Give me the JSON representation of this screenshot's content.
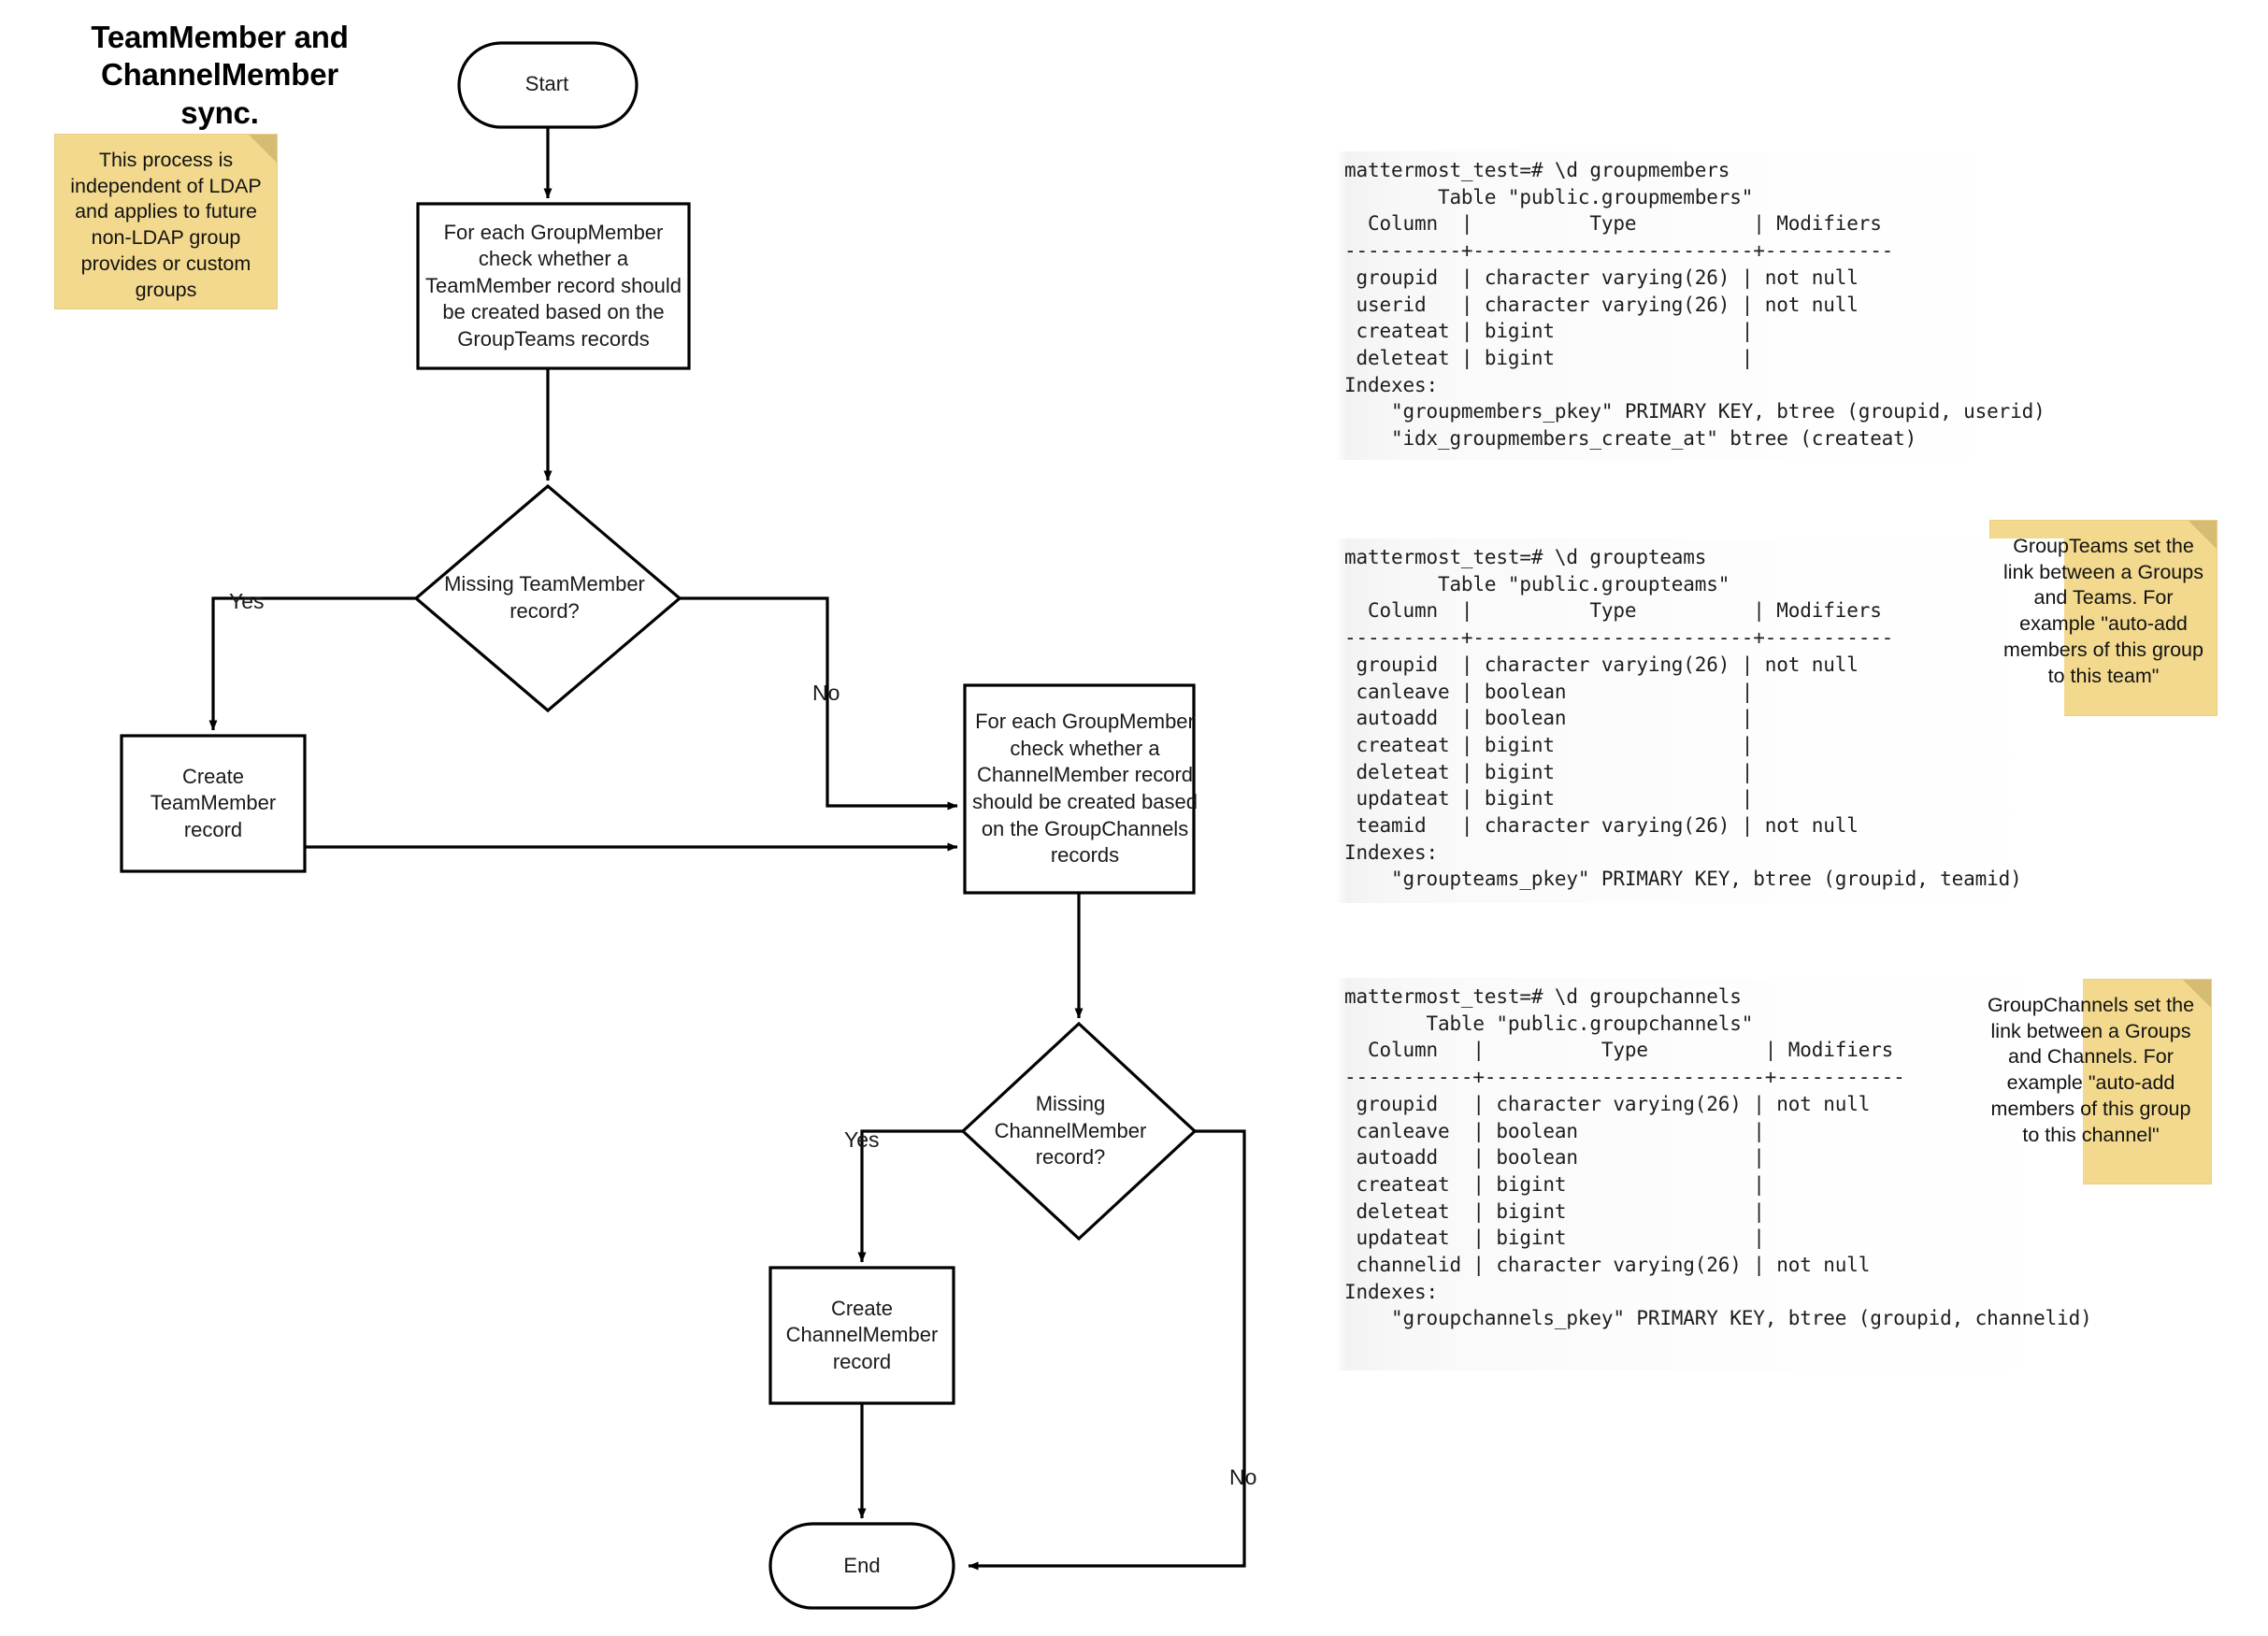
{
  "diagram": {
    "title": "TeamMember and ChannelMember sync.",
    "nodes": {
      "start": "Start",
      "process_teammember_check": "For each GroupMember check whether a TeamMember record should be created based on the GroupTeams records",
      "decision_missing_teammember": "Missing TeamMember record?",
      "create_teammember": "Create TeamMember record",
      "process_channelmember_check": "For each GroupMember check whether a ChannelMember record should be created based on the GroupChannels records",
      "decision_missing_channelmember": "Missing ChannelMember record?",
      "create_channelmember": "Create ChannelMember record",
      "end": "End"
    },
    "edge_labels": {
      "yes_1": "Yes",
      "no_1": "No",
      "yes_2": "Yes",
      "no_2": "No"
    }
  },
  "notes": {
    "ldap": "This process is independent of LDAP and applies to future non-LDAP group provides or custom groups",
    "groupteams": "GroupTeams set the link between a Groups and Teams. For example \"auto-add members of this group to this team\"",
    "groupchannels": "GroupChannels set the link between a Groups and Channels. For example \"auto-add members of this group to this channel\""
  },
  "terminals": {
    "groupmembers": {
      "prompt": "mattermost_test=# \\d groupmembers",
      "lines": [
        "mattermost_test=# \\d groupmembers",
        "        Table \"public.groupmembers\"",
        "  Column  |          Type          | Modifiers",
        "----------+------------------------+-----------",
        " groupid  | character varying(26) | not null",
        " userid   | character varying(26) | not null",
        " createat | bigint                |",
        " deleteat | bigint                |",
        "Indexes:",
        "    \"groupmembers_pkey\" PRIMARY KEY, btree (groupid, userid)",
        "    \"idx_groupmembers_create_at\" btree (createat)"
      ]
    },
    "groupteams": {
      "prompt": "mattermost_test=# \\d groupteams",
      "lines": [
        "mattermost_test=# \\d groupteams",
        "        Table \"public.groupteams\"",
        "  Column  |          Type          | Modifiers",
        "----------+------------------------+-----------",
        " groupid  | character varying(26) | not null",
        " canleave | boolean               |",
        " autoadd  | boolean               |",
        " createat | bigint                |",
        " deleteat | bigint                |",
        " updateat | bigint                |",
        " teamid   | character varying(26) | not null",
        "Indexes:",
        "    \"groupteams_pkey\" PRIMARY KEY, btree (groupid, teamid)"
      ]
    },
    "groupchannels": {
      "prompt": "mattermost_test=# \\d groupchannels",
      "lines": [
        "mattermost_test=# \\d groupchannels",
        "       Table \"public.groupchannels\"",
        "  Column   |          Type          | Modifiers",
        "-----------+------------------------+-----------",
        " groupid   | character varying(26) | not null",
        " canleave  | boolean               |",
        " autoadd   | boolean               |",
        " createat  | bigint                |",
        " deleteat  | bigint                |",
        " updateat  | bigint                |",
        " channelid | character varying(26) | not null",
        "Indexes:",
        "    \"groupchannels_pkey\" PRIMARY KEY, btree (groupid, channelid)"
      ]
    }
  },
  "colors": {
    "sticky_note": "#f2d98d",
    "sticky_fold": "#d6bc73",
    "stroke": "#000000",
    "terminal_bg": "#f4f4f4"
  }
}
